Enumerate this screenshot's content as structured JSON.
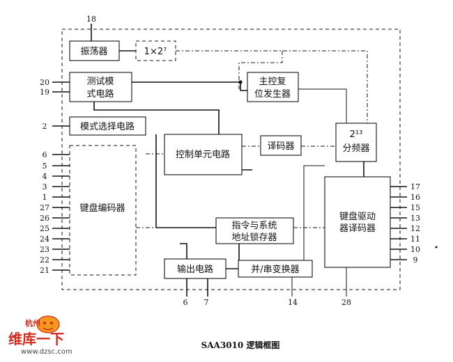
{
  "caption": "SAA3010 逻辑框图",
  "blocks": {
    "oscillator": "振荡器",
    "multiplier": "1×2⁷",
    "test_mode_1": "测试模",
    "test_mode_2": "式电路",
    "master_reset_1": "主控复",
    "master_reset_2": "位发生器",
    "mode_select": "模式选择电路",
    "control_unit": "控制单元电路",
    "decoder": "译码器",
    "divider_1": "2¹³",
    "divider_2": "分频器",
    "keyboard_encoder": "键盘编码器",
    "instr_latch_1": "指令与系统",
    "instr_latch_2": "地址锁存器",
    "kb_driver_1": "键盘驱动",
    "kb_driver_2": "器译码器",
    "output_circuit": "输出电路",
    "par_ser": "并/串变换器"
  },
  "pins": {
    "top": "18",
    "test_a": "20",
    "test_b": "19",
    "mode": "2",
    "left": [
      "6",
      "5",
      "4",
      "3",
      "1",
      "27",
      "26",
      "25",
      "24",
      "23",
      "22",
      "21"
    ],
    "right": [
      "17",
      "16",
      "15",
      "13",
      "12",
      "11",
      "10",
      "9"
    ],
    "bottom_a": "6",
    "bottom_b": "7",
    "bottom_c": "14",
    "bottom_d": "28"
  },
  "watermark": {
    "brand_top": "杭州",
    "brand_main": "维库一下",
    "url": "www.dzsc.com"
  },
  "colors": {
    "watermark_red": "#d42a1e",
    "watermark_orange": "#f39a1d"
  }
}
